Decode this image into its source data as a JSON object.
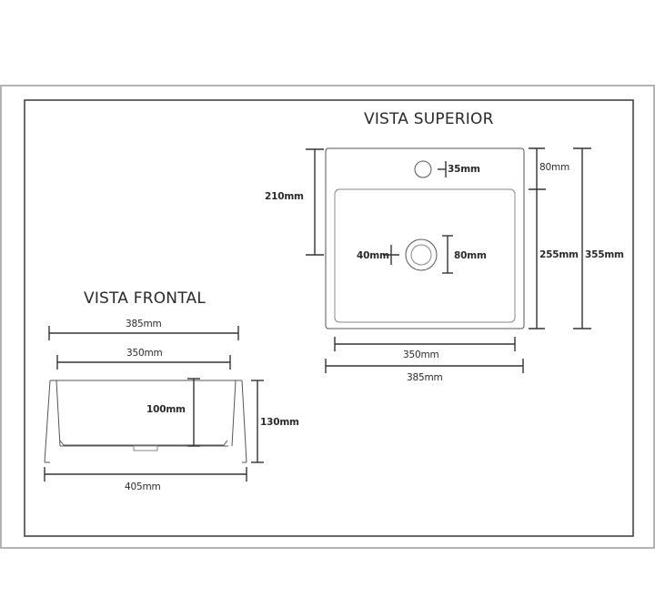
{
  "views": {
    "top": {
      "title": "VISTA SUPERIOR",
      "dims": {
        "d35": "35mm",
        "d80top": "80mm",
        "d210": "210mm",
        "d40": "40mm",
        "d80drain": "80mm",
        "d255": "255mm",
        "d355": "355mm",
        "d350": "350mm",
        "d385": "385mm"
      }
    },
    "front": {
      "title": "VISTA FRONTAL",
      "dims": {
        "d385": "385mm",
        "d350": "350mm",
        "d100": "100mm",
        "d130": "130mm",
        "d405": "405mm"
      }
    }
  },
  "colors": {
    "frame": "#9a9a9a",
    "line": "#333333",
    "text": "#2a2a2a"
  }
}
